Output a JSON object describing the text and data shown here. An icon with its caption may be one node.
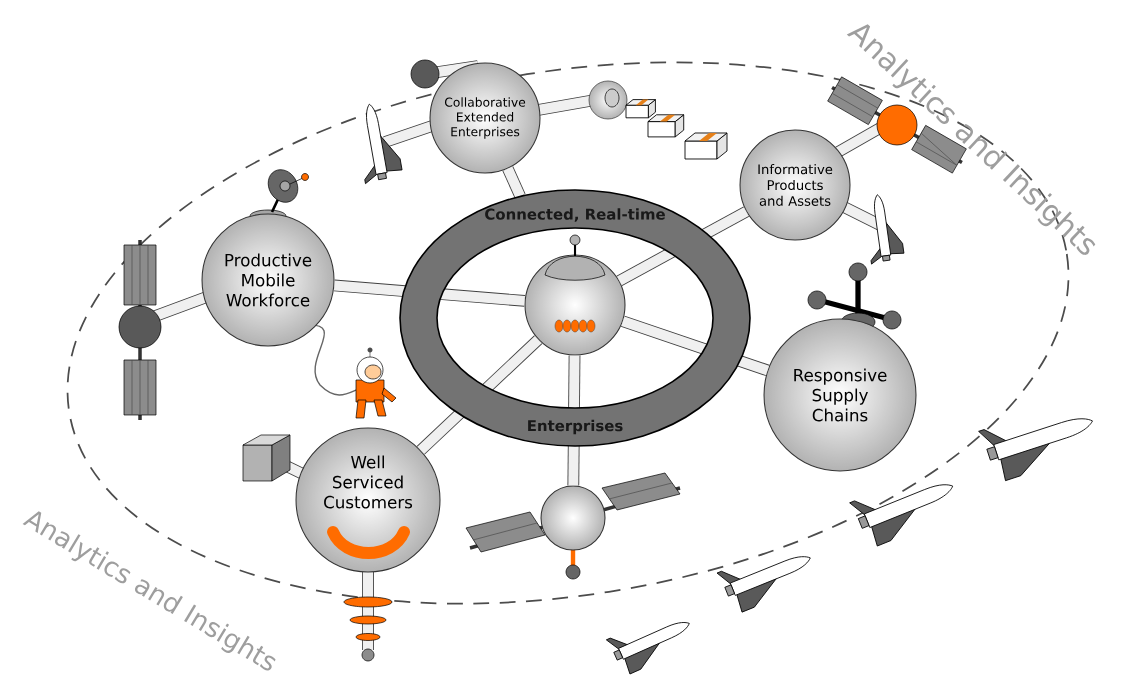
{
  "diagram": {
    "nodes": [
      {
        "text": [
          "Connected, Real-time",
          "Enterprises"
        ]
      },
      {
        "text": [],
        "shape": "circle",
        "in": 0
      },
      {
        "text": [
          "Collaborative Extended Enterprises"
        ]
      },
      {
        "text": [
          "Informative Products and Assets"
        ]
      },
      {
        "text": [
          "Productive Mobile Workforce"
        ]
      },
      {
        "text": [
          "Responsive Supply Chains"
        ]
      },
      {
        "text": [
          "Well Serviced Customers"
        ]
      },
      {
        "text": [],
        "shape": "circle"
      }
    ],
    "edges": [
      {
        "from": 1,
        "to": 4,
        "arrow": "none"
      },
      {
        "from": 1,
        "to": 3,
        "arrow": "none"
      },
      {
        "from": 1,
        "to": 5,
        "arrow": "none"
      },
      {
        "from": 1,
        "to": 6,
        "arrow": "none"
      },
      {
        "from": 1,
        "to": 7,
        "arrow": "none"
      },
      {
        "from": 0,
        "to": 2,
        "arrow": "none"
      }
    ],
    "labels": [
      "Analytics and Insights",
      "Analytics and Insights"
    ]
  }
}
